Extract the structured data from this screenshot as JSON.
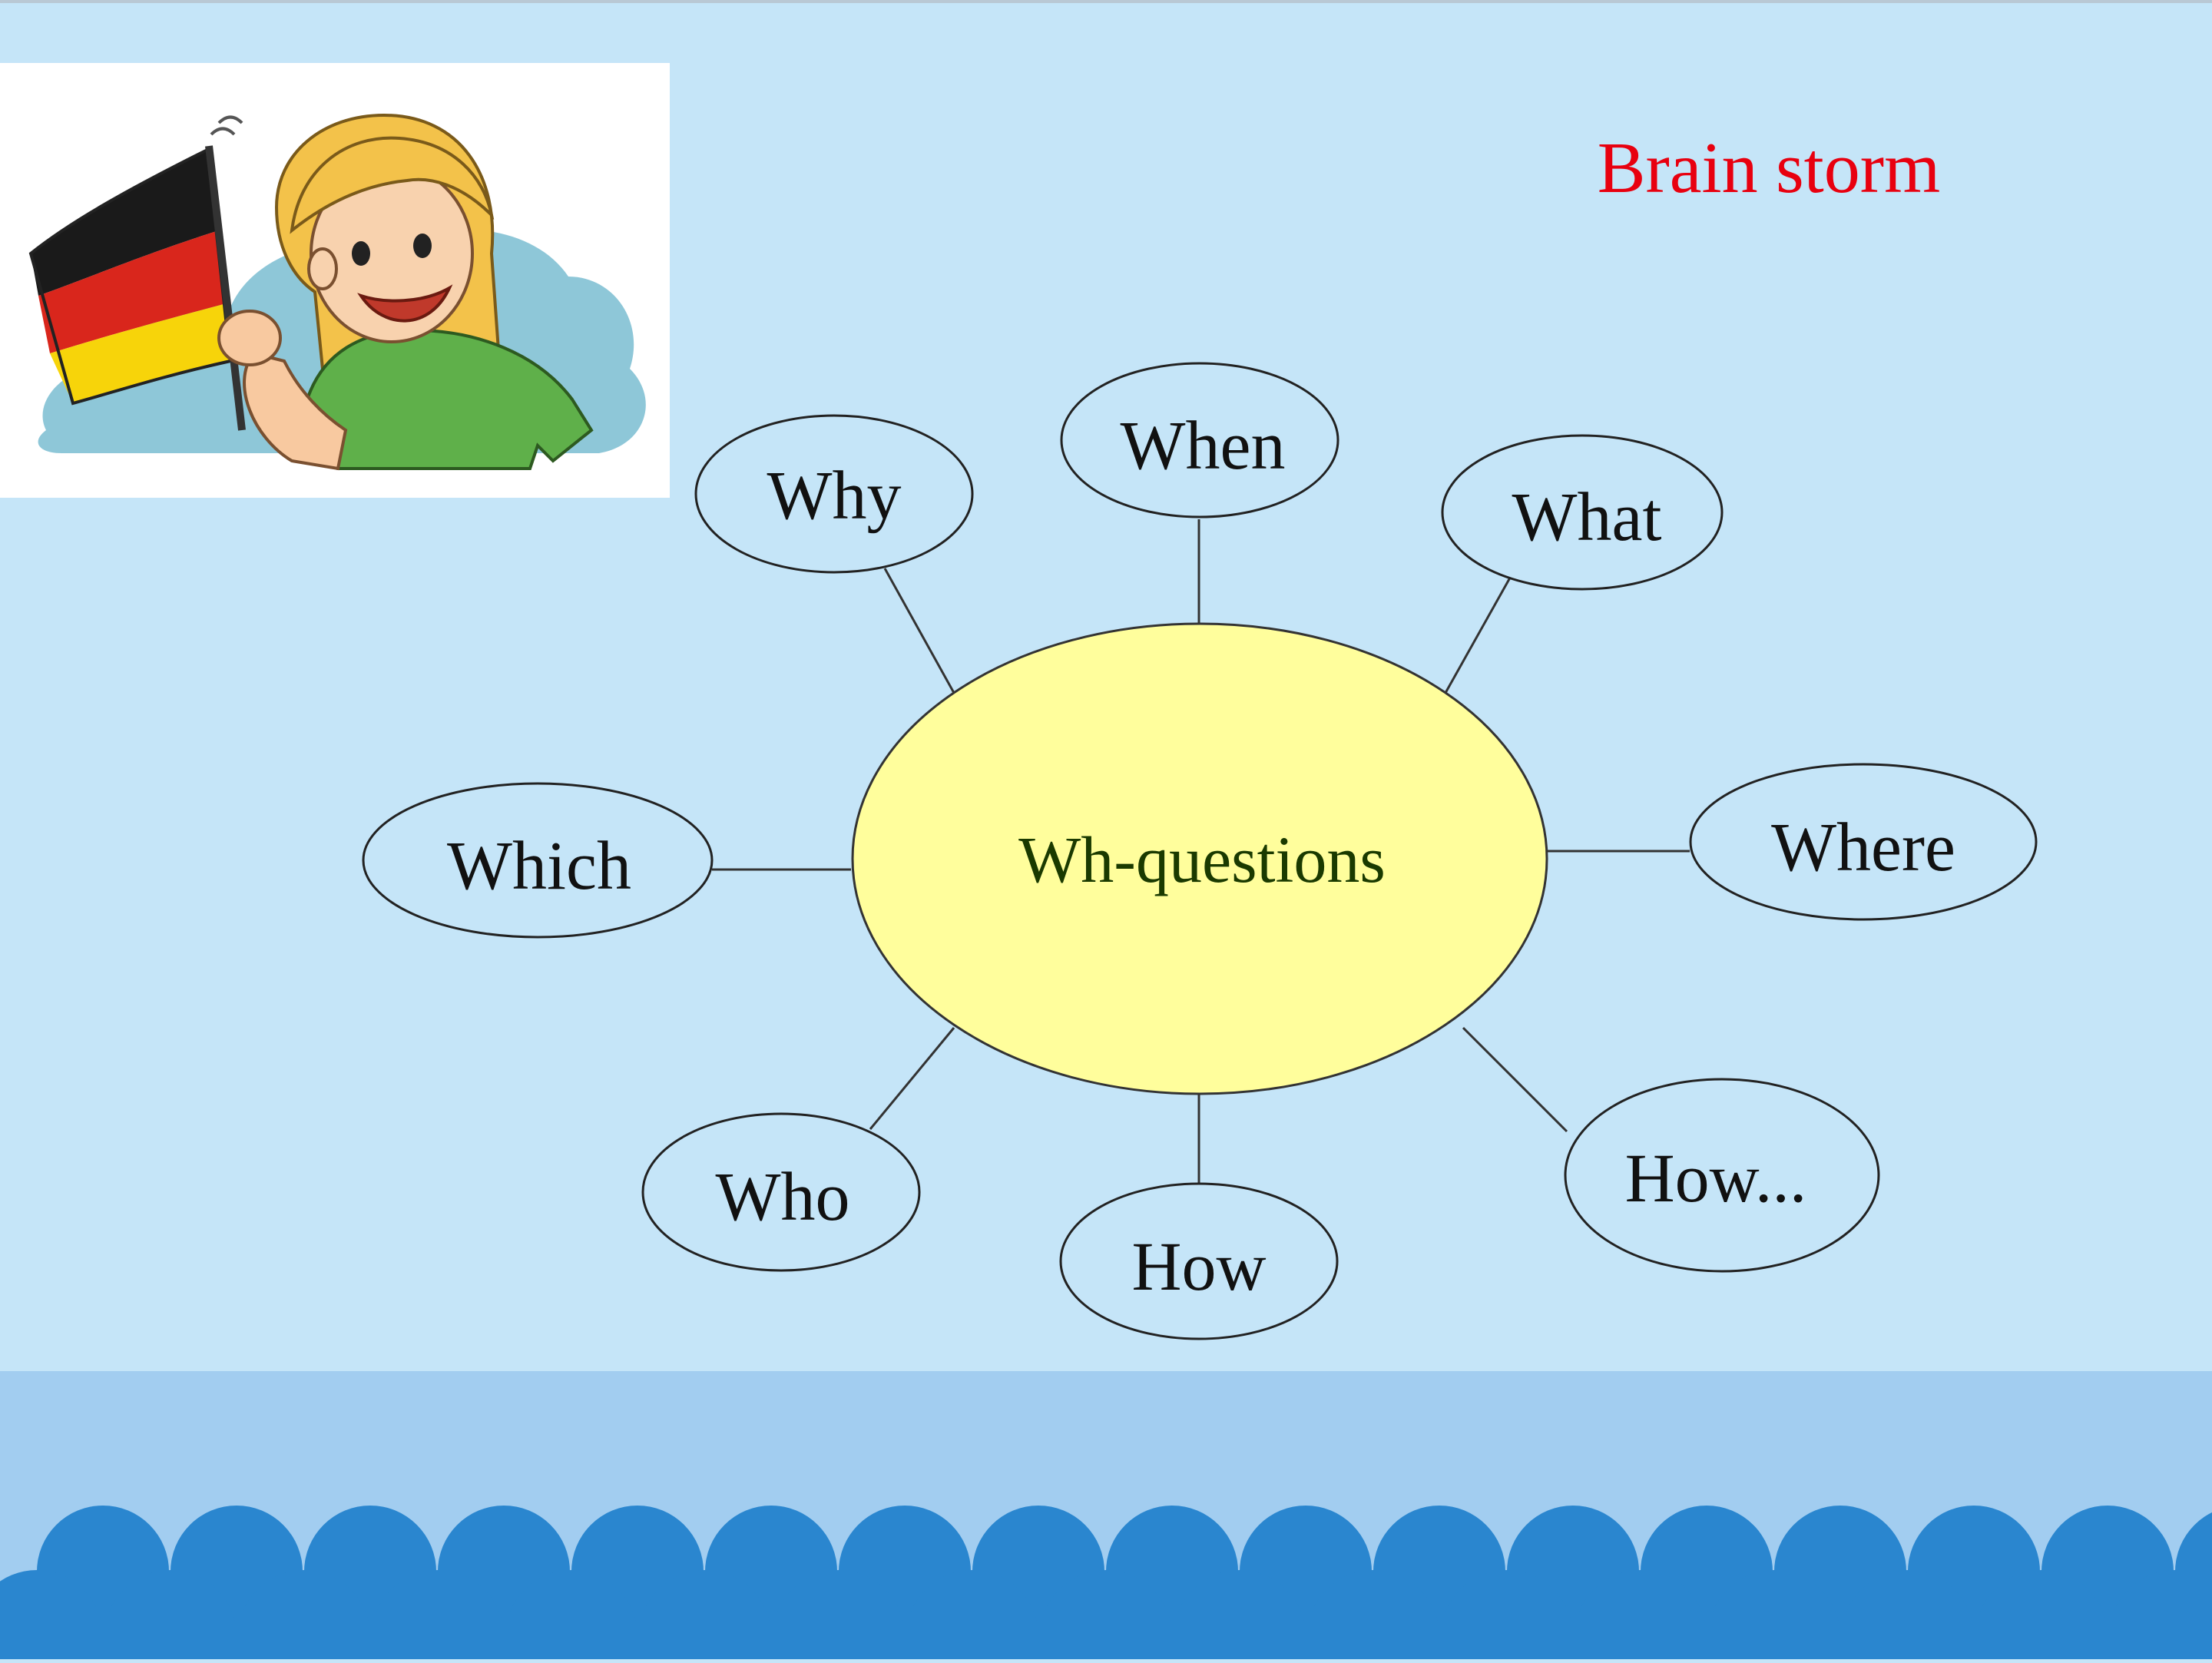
{
  "slide": {
    "title": "Brain storm",
    "title_color": "#e8000f",
    "background_color": "#c5e5f8",
    "band_color": "#a2cdf0",
    "wave_color": "#2a86cf"
  },
  "diagram": {
    "center": {
      "label": "Wh-questions",
      "fill": "#fffe9c",
      "text_color": "#1a3a00"
    },
    "nodes": [
      {
        "id": "why",
        "label": "Why"
      },
      {
        "id": "when",
        "label": "When"
      },
      {
        "id": "what",
        "label": "What"
      },
      {
        "id": "which",
        "label": "Which"
      },
      {
        "id": "where",
        "label": "Where"
      },
      {
        "id": "who",
        "label": "Who"
      },
      {
        "id": "how",
        "label": "How"
      },
      {
        "id": "how-ellipsis",
        "label": "How..."
      }
    ]
  },
  "illustration": {
    "subject": "girl-waving-german-flag",
    "flag_colors": [
      "#1a1a1a",
      "#d9261c",
      "#f7d40a"
    ]
  }
}
